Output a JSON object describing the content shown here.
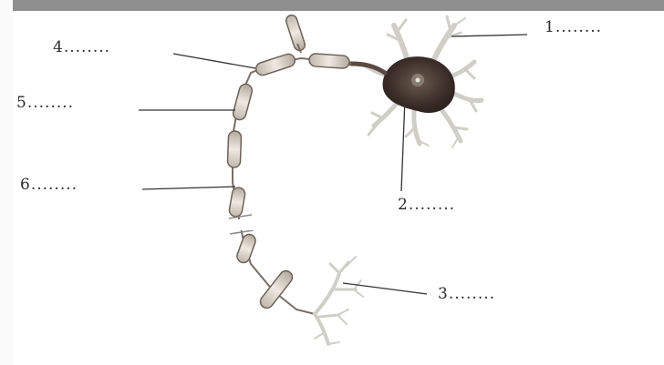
{
  "labels": [
    {
      "id": "1",
      "text": "1........"
    },
    {
      "id": "2",
      "text": "2........"
    },
    {
      "id": "3",
      "text": "3........"
    },
    {
      "id": "4",
      "text": "4........"
    },
    {
      "id": "5",
      "text": "5........"
    },
    {
      "id": "6",
      "text": "6........"
    }
  ],
  "colors": {
    "frame": "#8f8f8f",
    "cell_body": "#4a3a33",
    "dendrite": "#cfcfc8",
    "myelin": "#d9d2c8",
    "myelin_edge": "#6e6258",
    "leader_line": "#333333"
  },
  "icons": [
    "neuron-diagram"
  ]
}
